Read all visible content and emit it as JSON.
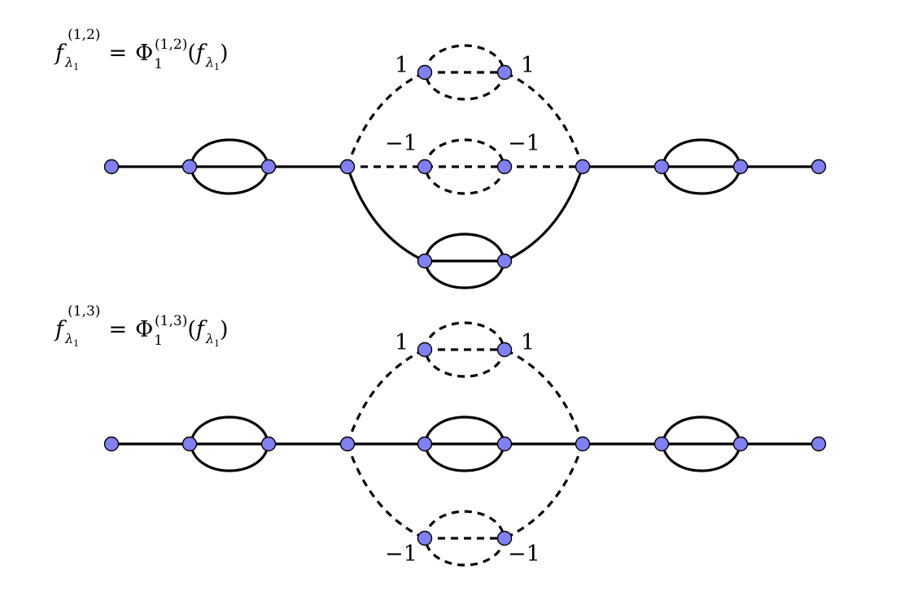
{
  "formulas": [
    {
      "f": "f",
      "f_sub": "λ",
      "f_subsub": "1",
      "f_sup": "(1,2)",
      "eq": "=",
      "phi": "Φ",
      "phi_sub": "1",
      "phi_sup": "(1,2)",
      "open": "(",
      "arg": "f",
      "arg_sub": "λ",
      "arg_subsub": "1",
      "close": ")"
    },
    {
      "f": "f",
      "f_sub": "λ",
      "f_subsub": "1",
      "f_sup": "(1,3)",
      "eq": "=",
      "phi": "Φ",
      "phi_sub": "1",
      "phi_sup": "(1,3)",
      "open": "(",
      "arg": "f",
      "arg_sub": "λ",
      "arg_subsub": "1",
      "close": ")"
    }
  ],
  "top_diagram": {
    "upper_left_weight": "1",
    "upper_right_weight": "1",
    "middle_left_weight": "−1",
    "middle_right_weight": "−1"
  },
  "bottom_diagram": {
    "upper_left_weight": "1",
    "upper_right_weight": "1",
    "lower_left_weight": "−1",
    "lower_right_weight": "−1"
  },
  "colors": {
    "node_fill": "#8080f0",
    "line": "#000000"
  }
}
